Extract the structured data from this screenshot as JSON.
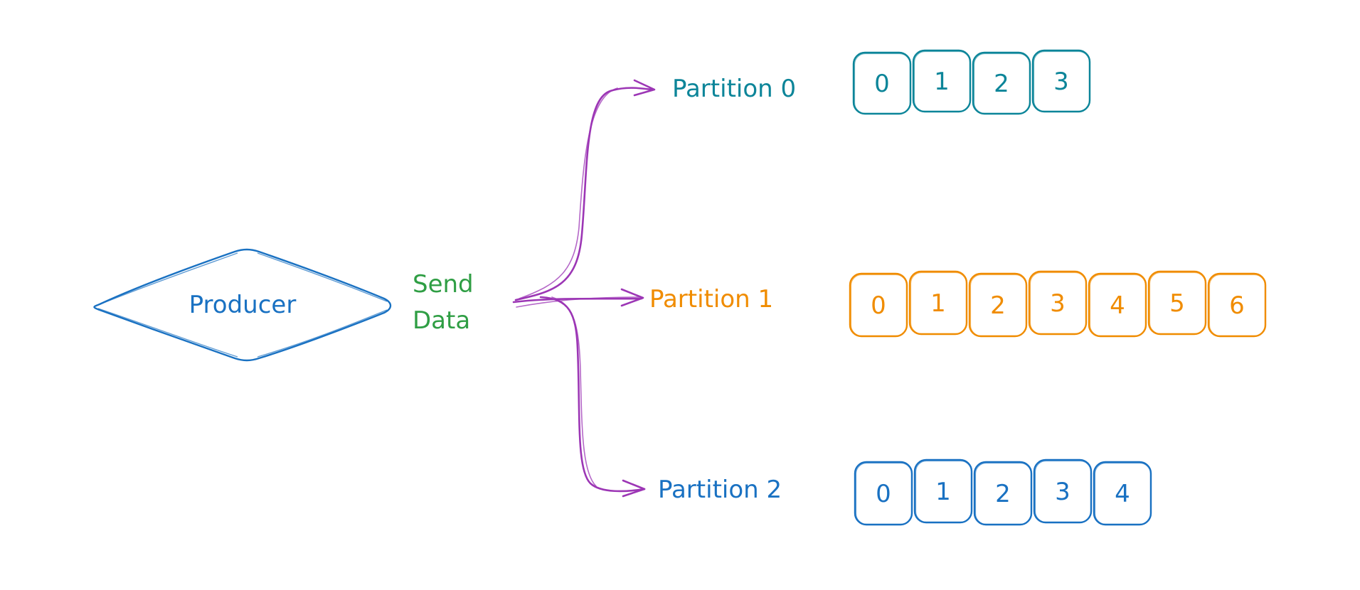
{
  "colors": {
    "producer": "#1971c2",
    "send": "#2f9e44",
    "arrow": "#9c36b5",
    "partition0": "#0c8599",
    "partition1": "#f08c00",
    "partition2": "#1971c2"
  },
  "producer": {
    "label": "Producer"
  },
  "send": {
    "line1": "Send",
    "line2": "Data"
  },
  "partitions": [
    {
      "label": "Partition 0",
      "offsets": [
        "0",
        "1",
        "2",
        "3"
      ]
    },
    {
      "label": "Partition 1",
      "offsets": [
        "0",
        "1",
        "2",
        "3",
        "4",
        "5",
        "6"
      ]
    },
    {
      "label": "Partition 2",
      "offsets": [
        "0",
        "1",
        "2",
        "3",
        "4"
      ]
    }
  ]
}
